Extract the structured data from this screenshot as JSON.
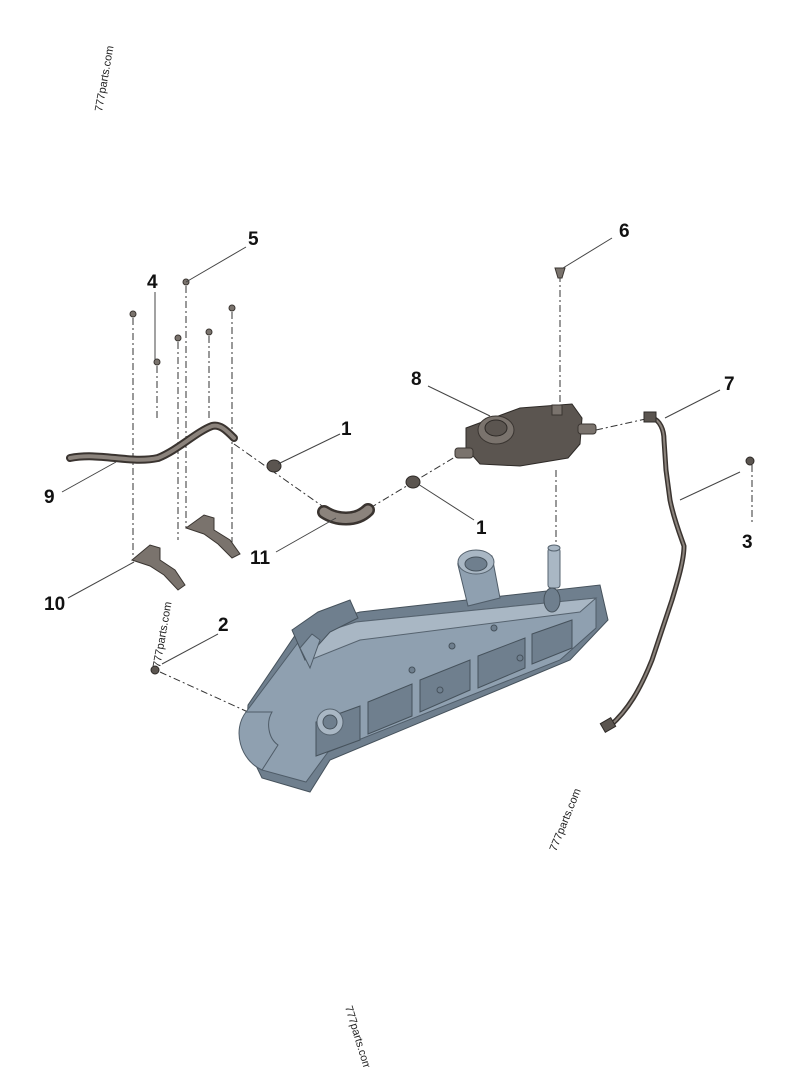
{
  "watermarks": [
    "777parts.com",
    "777parts.com",
    "777parts.com",
    "777parts.com"
  ],
  "callouts": {
    "c1a": "1",
    "c1b": "1",
    "c2": "2",
    "c3": "3",
    "c4": "4",
    "c5": "5",
    "c6": "6",
    "c7": "7",
    "c8": "8",
    "c9": "9",
    "c10": "10",
    "c11": "11"
  },
  "colors": {
    "cover": "#8fa0b0",
    "hose": "#5b5550",
    "background": "#ffffff"
  }
}
